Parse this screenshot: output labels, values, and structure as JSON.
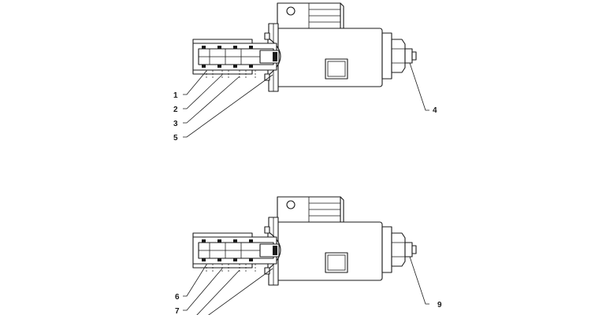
{
  "callouts": {
    "c1": "1",
    "c2": "2",
    "c3": "3",
    "c4": "4",
    "c5": "5",
    "c6": "6",
    "c7": "7",
    "c9": "9"
  }
}
